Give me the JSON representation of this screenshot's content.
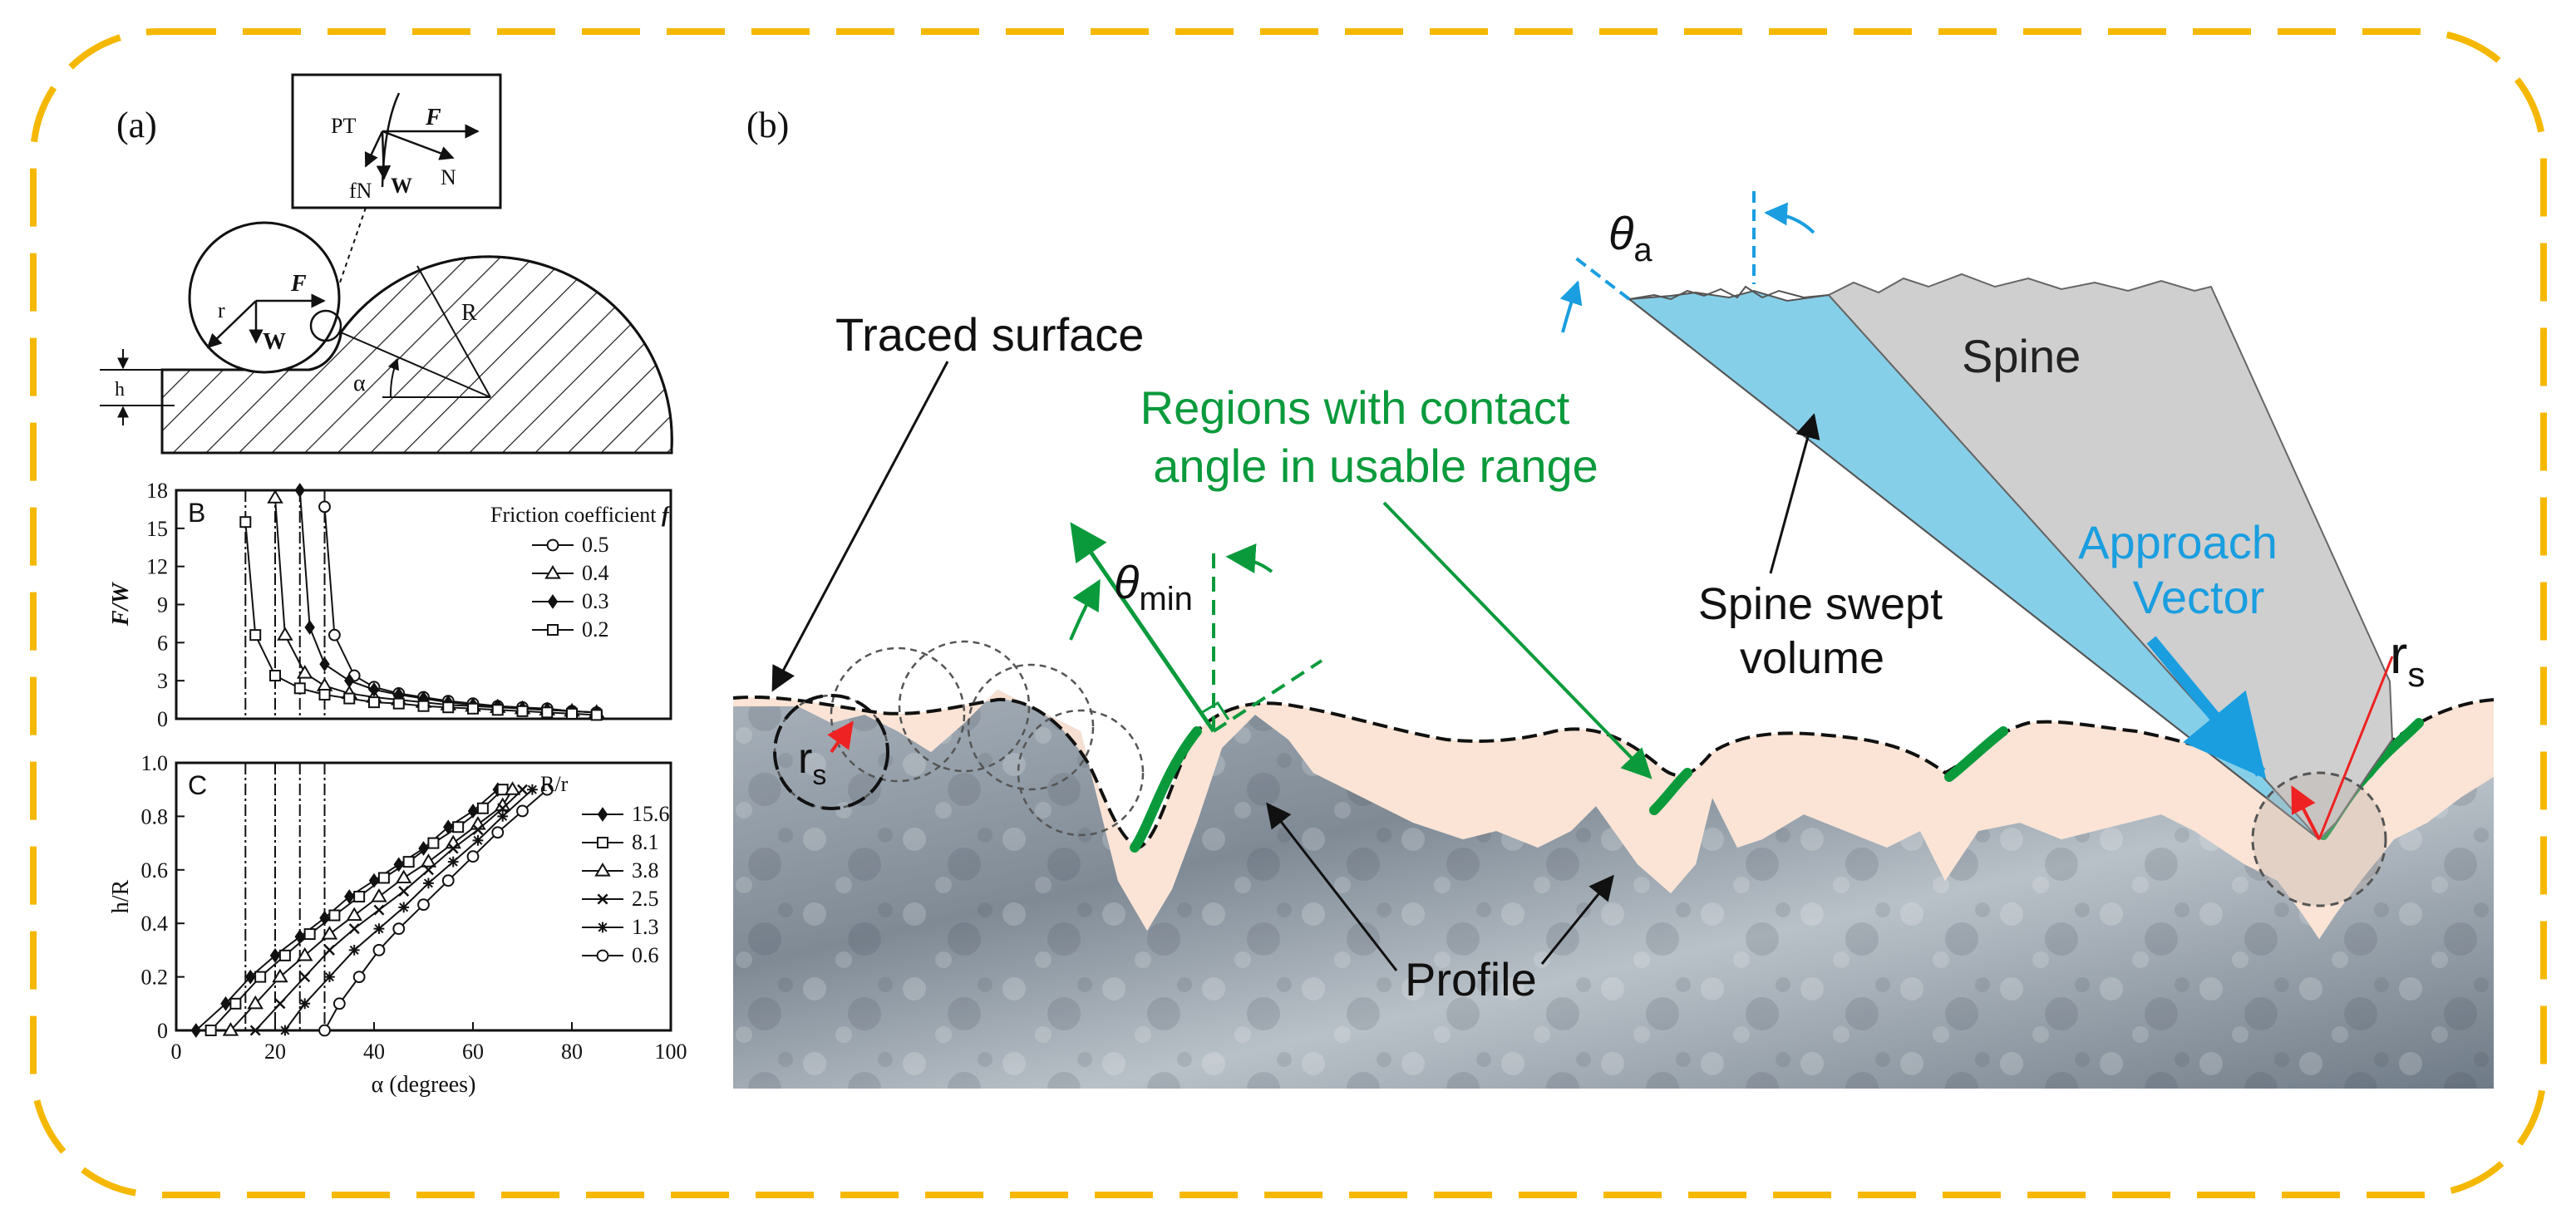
{
  "frame": {
    "border_color": "#f5b800"
  },
  "panel_a": {
    "label": "(a)",
    "diagram": {
      "inset": {
        "pt": "PT",
        "fn": "fN",
        "w": "W",
        "f": "F",
        "n": "N"
      },
      "r": "r",
      "R": "R",
      "h": "h",
      "alpha": "α",
      "F": "F",
      "W": "W"
    }
  },
  "panel_b": {
    "label": "(b)",
    "labels": {
      "traced_surface": "Traced surface",
      "regions_line1": "Regions with contact",
      "regions_line2": "angle in usable range",
      "theta": "θ",
      "min": "min",
      "a": "a",
      "spine": "Spine",
      "swept_line1": "Spine swept",
      "swept_line2": "volume",
      "approach_line1": "Approach",
      "approach_line2": "Vector",
      "r": "r",
      "s": "s",
      "profile": "Profile"
    },
    "colors": {
      "green": "#0a9a3c",
      "blue": "#1a9ee0",
      "swept": "#86cfe9",
      "spine": "#cfcfcf",
      "peach": "#fbe3d3",
      "rock": "#8e98a3"
    }
  },
  "chart_data": [
    {
      "type": "line",
      "panel_letter": "B",
      "ylabel": "F/W",
      "ylim": [
        0,
        18
      ],
      "yticks": [
        0,
        3,
        6,
        9,
        12,
        15,
        18
      ],
      "xlim": [
        0,
        100
      ],
      "legend_title": "Friction coefficient f",
      "series": [
        {
          "name": "0.5",
          "marker": "circle",
          "x": [
            30,
            32,
            36,
            40,
            45,
            50,
            55,
            60,
            65,
            70,
            75,
            80,
            85
          ],
          "y": [
            16.7,
            6.6,
            3.4,
            2.5,
            2.0,
            1.7,
            1.4,
            1.2,
            1.0,
            0.9,
            0.8,
            0.6,
            0.5
          ]
        },
        {
          "name": "0.4",
          "marker": "triangle",
          "x": [
            20,
            22,
            26,
            30,
            35,
            40,
            45,
            50,
            55,
            60,
            65,
            70,
            75,
            80,
            85
          ],
          "y": [
            17.4,
            6.6,
            3.6,
            2.6,
            2.0,
            1.7,
            1.5,
            1.3,
            1.1,
            1.0,
            0.9,
            0.8,
            0.7,
            0.6,
            0.5
          ]
        },
        {
          "name": "0.3",
          "marker": "diamond",
          "x": [
            25,
            27,
            30,
            35,
            40,
            45,
            50,
            55,
            60,
            65,
            70,
            75,
            80,
            85
          ],
          "y": [
            18,
            7.2,
            4.3,
            3.0,
            2.3,
            1.9,
            1.6,
            1.3,
            1.1,
            1.0,
            0.8,
            0.7,
            0.6,
            0.5
          ]
        },
        {
          "name": "0.2",
          "marker": "square",
          "x": [
            14,
            16,
            20,
            25,
            30,
            35,
            40,
            45,
            50,
            55,
            60,
            65,
            70,
            75,
            80,
            85
          ],
          "y": [
            15.5,
            6.6,
            3.4,
            2.4,
            1.9,
            1.6,
            1.3,
            1.2,
            1.0,
            0.9,
            0.8,
            0.7,
            0.6,
            0.5,
            0.4,
            0.3
          ]
        }
      ],
      "vlines_x": [
        14,
        20,
        25,
        30
      ]
    },
    {
      "type": "line",
      "panel_letter": "C",
      "xlabel": "α (degrees)",
      "ylabel": "h/R",
      "xlim": [
        0,
        100
      ],
      "ylim": [
        0,
        1.0
      ],
      "xticks": [
        0,
        20,
        40,
        60,
        80,
        100
      ],
      "yticks": [
        0,
        0.2,
        0.4,
        0.6,
        0.8,
        1.0
      ],
      "legend_title": "R/r",
      "series": [
        {
          "name": "15.6",
          "marker": "diamond",
          "x": [
            4,
            10,
            15,
            20,
            25,
            30,
            35,
            40,
            45,
            50,
            55,
            60,
            65
          ],
          "y": [
            0,
            0.1,
            0.2,
            0.28,
            0.35,
            0.42,
            0.5,
            0.56,
            0.62,
            0.68,
            0.76,
            0.82,
            0.9
          ]
        },
        {
          "name": "8.1",
          "marker": "square",
          "x": [
            7,
            12,
            17,
            22,
            27,
            32,
            37,
            42,
            47,
            52,
            57,
            62,
            66
          ],
          "y": [
            0,
            0.1,
            0.2,
            0.28,
            0.36,
            0.43,
            0.5,
            0.57,
            0.63,
            0.7,
            0.76,
            0.83,
            0.9
          ]
        },
        {
          "name": "3.8",
          "marker": "triangle",
          "x": [
            11,
            16,
            21,
            26,
            31,
            36,
            41,
            46,
            51,
            56,
            61,
            66,
            68
          ],
          "y": [
            0,
            0.1,
            0.2,
            0.28,
            0.36,
            0.43,
            0.5,
            0.57,
            0.63,
            0.7,
            0.77,
            0.84,
            0.9
          ]
        },
        {
          "name": "2.5",
          "marker": "cross",
          "x": [
            16,
            21,
            26,
            31,
            36,
            41,
            46,
            51,
            56,
            61,
            66,
            70
          ],
          "y": [
            0,
            0.1,
            0.2,
            0.3,
            0.38,
            0.45,
            0.52,
            0.6,
            0.68,
            0.75,
            0.83,
            0.9
          ]
        },
        {
          "name": "1.3",
          "marker": "star",
          "x": [
            22,
            26,
            31,
            36,
            41,
            46,
            51,
            56,
            61,
            66,
            72
          ],
          "y": [
            0,
            0.1,
            0.2,
            0.3,
            0.38,
            0.46,
            0.55,
            0.63,
            0.71,
            0.8,
            0.9
          ]
        },
        {
          "name": "0.6",
          "marker": "circle",
          "x": [
            30,
            33,
            37,
            41,
            45,
            50,
            55,
            60,
            65,
            70,
            75
          ],
          "y": [
            0,
            0.1,
            0.2,
            0.3,
            0.38,
            0.47,
            0.56,
            0.65,
            0.74,
            0.82,
            0.9
          ]
        }
      ],
      "vlines_x": [
        14,
        20,
        25,
        30
      ]
    }
  ]
}
